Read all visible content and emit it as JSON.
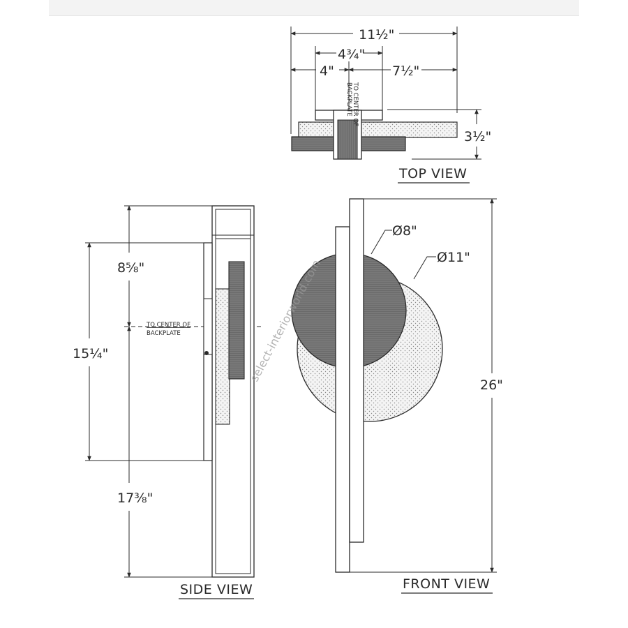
{
  "top_view": {
    "title": "TOP VIEW",
    "overall_width": "11½\"",
    "backplate_width": "4¾\"",
    "to_center_left": "4\"",
    "to_center_right": "7½\"",
    "depth": "3½\"",
    "center_note_line1": "TO CENTER OF",
    "center_note_line2": "BACKPLATE"
  },
  "side_view": {
    "title": "SIDE VIEW",
    "upper_height": "8⅝\"",
    "disc_height": "15¼\"",
    "lower_height": "17⅜\"",
    "center_note_line1": "TO CENTER OF",
    "center_note_line2": "BACKPLATE"
  },
  "front_view": {
    "title": "FRONT VIEW",
    "small_disc_diameter": "Ø8\"",
    "large_disc_diameter": "Ø11\"",
    "overall_height": "26\""
  },
  "watermark": "select-interiorworld.com",
  "colors": {
    "line": "#2a2a2a",
    "dark_fill": "#6e6e6e",
    "dotted_fill": "#f2f2f2",
    "background": "#ffffff"
  }
}
